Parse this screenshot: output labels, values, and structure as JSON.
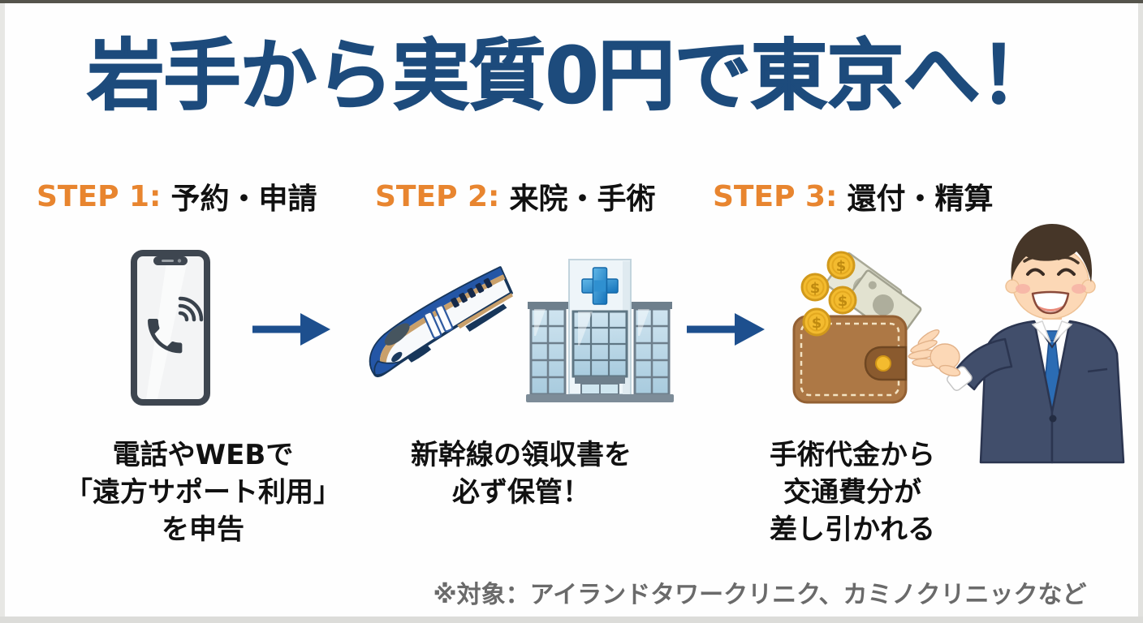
{
  "title": "岩手から実質0円で東京へ！",
  "steps": [
    {
      "label": "STEP 1:",
      "heading": "予約・申請",
      "lines": [
        "電話やWEBで",
        "「遠方サポート利用」",
        "を申告"
      ]
    },
    {
      "label": "STEP 2:",
      "heading": "来院・手術",
      "lines": [
        "新幹線の領収書を",
        "必ず保管！"
      ]
    },
    {
      "label": "STEP 3:",
      "heading": "還付・精算",
      "lines": [
        "手術代金から",
        "交通費分が",
        "差し引かれる"
      ]
    }
  ],
  "note": "※対象：アイランドタワークリニク、カミノクリニックなど",
  "icons": {
    "coin_symbol": "$",
    "names": [
      "smartphone-call-icon",
      "arrow-right-icon",
      "shinkansen-train-icon",
      "hospital-icon",
      "arrow-right-icon",
      "wallet-money-icon",
      "businessman-icon"
    ]
  },
  "colors": {
    "title_navy": "#1d4b7c",
    "step_orange": "#e8852f",
    "arrow_blue": "#1d4f8e",
    "text_black": "#111111",
    "note_gray": "#6a6a6a",
    "train_blue": "#2456a6",
    "train_stripe_tan": "#c9a06b",
    "hospital_frame": "#6e7f8c",
    "hospital_glass": "#bcdcea",
    "cross_blue": "#1878c0",
    "wallet_brown": "#ad7845",
    "wallet_strap": "#8a5a2e",
    "coin_gold": "#f3bb2f",
    "banknote": "#e7e7d8",
    "suit_navy": "#414e6b",
    "tie_blue": "#2b6cb4",
    "skin": "#fcd8b6"
  }
}
